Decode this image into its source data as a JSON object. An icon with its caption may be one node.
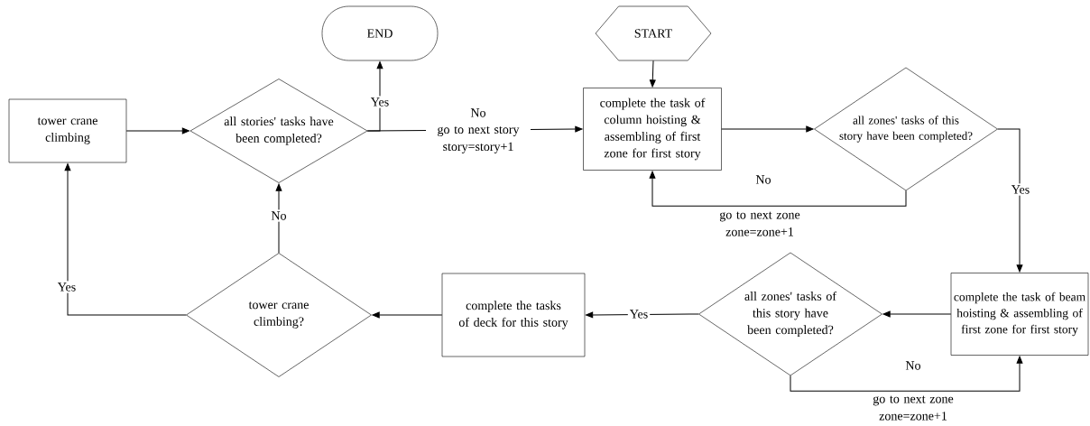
{
  "diagram": {
    "nodes": [
      {
        "text": [
          "END"
        ]
      },
      {
        "text": [
          "START"
        ]
      },
      {
        "text": [
          "tower crane climbing"
        ]
      },
      {
        "text": [
          "all stories' tasks have been completed?"
        ]
      },
      {
        "text": [
          "complete the task of column hoisting & assembling of first zone for first story"
        ]
      },
      {
        "text": [
          "all zones' tasks of this story have been completed?"
        ]
      },
      {
        "text": [
          "complete the task of beam hoisting & assembling of first zone for first story"
        ]
      },
      {
        "text": [
          "all zones' tasks of this story have been completed?"
        ]
      },
      {
        "text": [
          "complete the tasks of deck for this story"
        ]
      },
      {
        "text": [
          "tower crane climbing?"
        ]
      }
    ],
    "edges": [
      {
        "from": 2,
        "to": 3,
        "arrow": "to"
      },
      {
        "from": 3,
        "to": 0,
        "arrow": "to",
        "label": "Yes"
      },
      {
        "from": 3,
        "to": 4,
        "arrow": "to",
        "label": "go to next story story=story+1"
      },
      {
        "from": 1,
        "to": 4,
        "arrow": "to"
      },
      {
        "from": 4,
        "to": 5,
        "arrow": "to"
      },
      {
        "from": 5,
        "to": 4,
        "arrow": "to",
        "label": "go to next zone zone=zone+1"
      },
      {
        "from": 5,
        "to": 6,
        "arrow": "to",
        "label": "Yes"
      },
      {
        "from": 6,
        "to": 7,
        "arrow": "to"
      },
      {
        "from": 7,
        "to": 6,
        "arrow": "to",
        "label": "go to next zone zone=zone+1"
      },
      {
        "from": 7,
        "to": 8,
        "arrow": "to",
        "label": "Yes"
      },
      {
        "from": 8,
        "to": 9,
        "arrow": "to"
      },
      {
        "from": 9,
        "to": 3,
        "arrow": "to",
        "label": "No"
      },
      {
        "from": 9,
        "to": 2,
        "arrow": "to",
        "label": "Yes"
      }
    ],
    "labels": [
      "No",
      "No",
      "No"
    ]
  }
}
